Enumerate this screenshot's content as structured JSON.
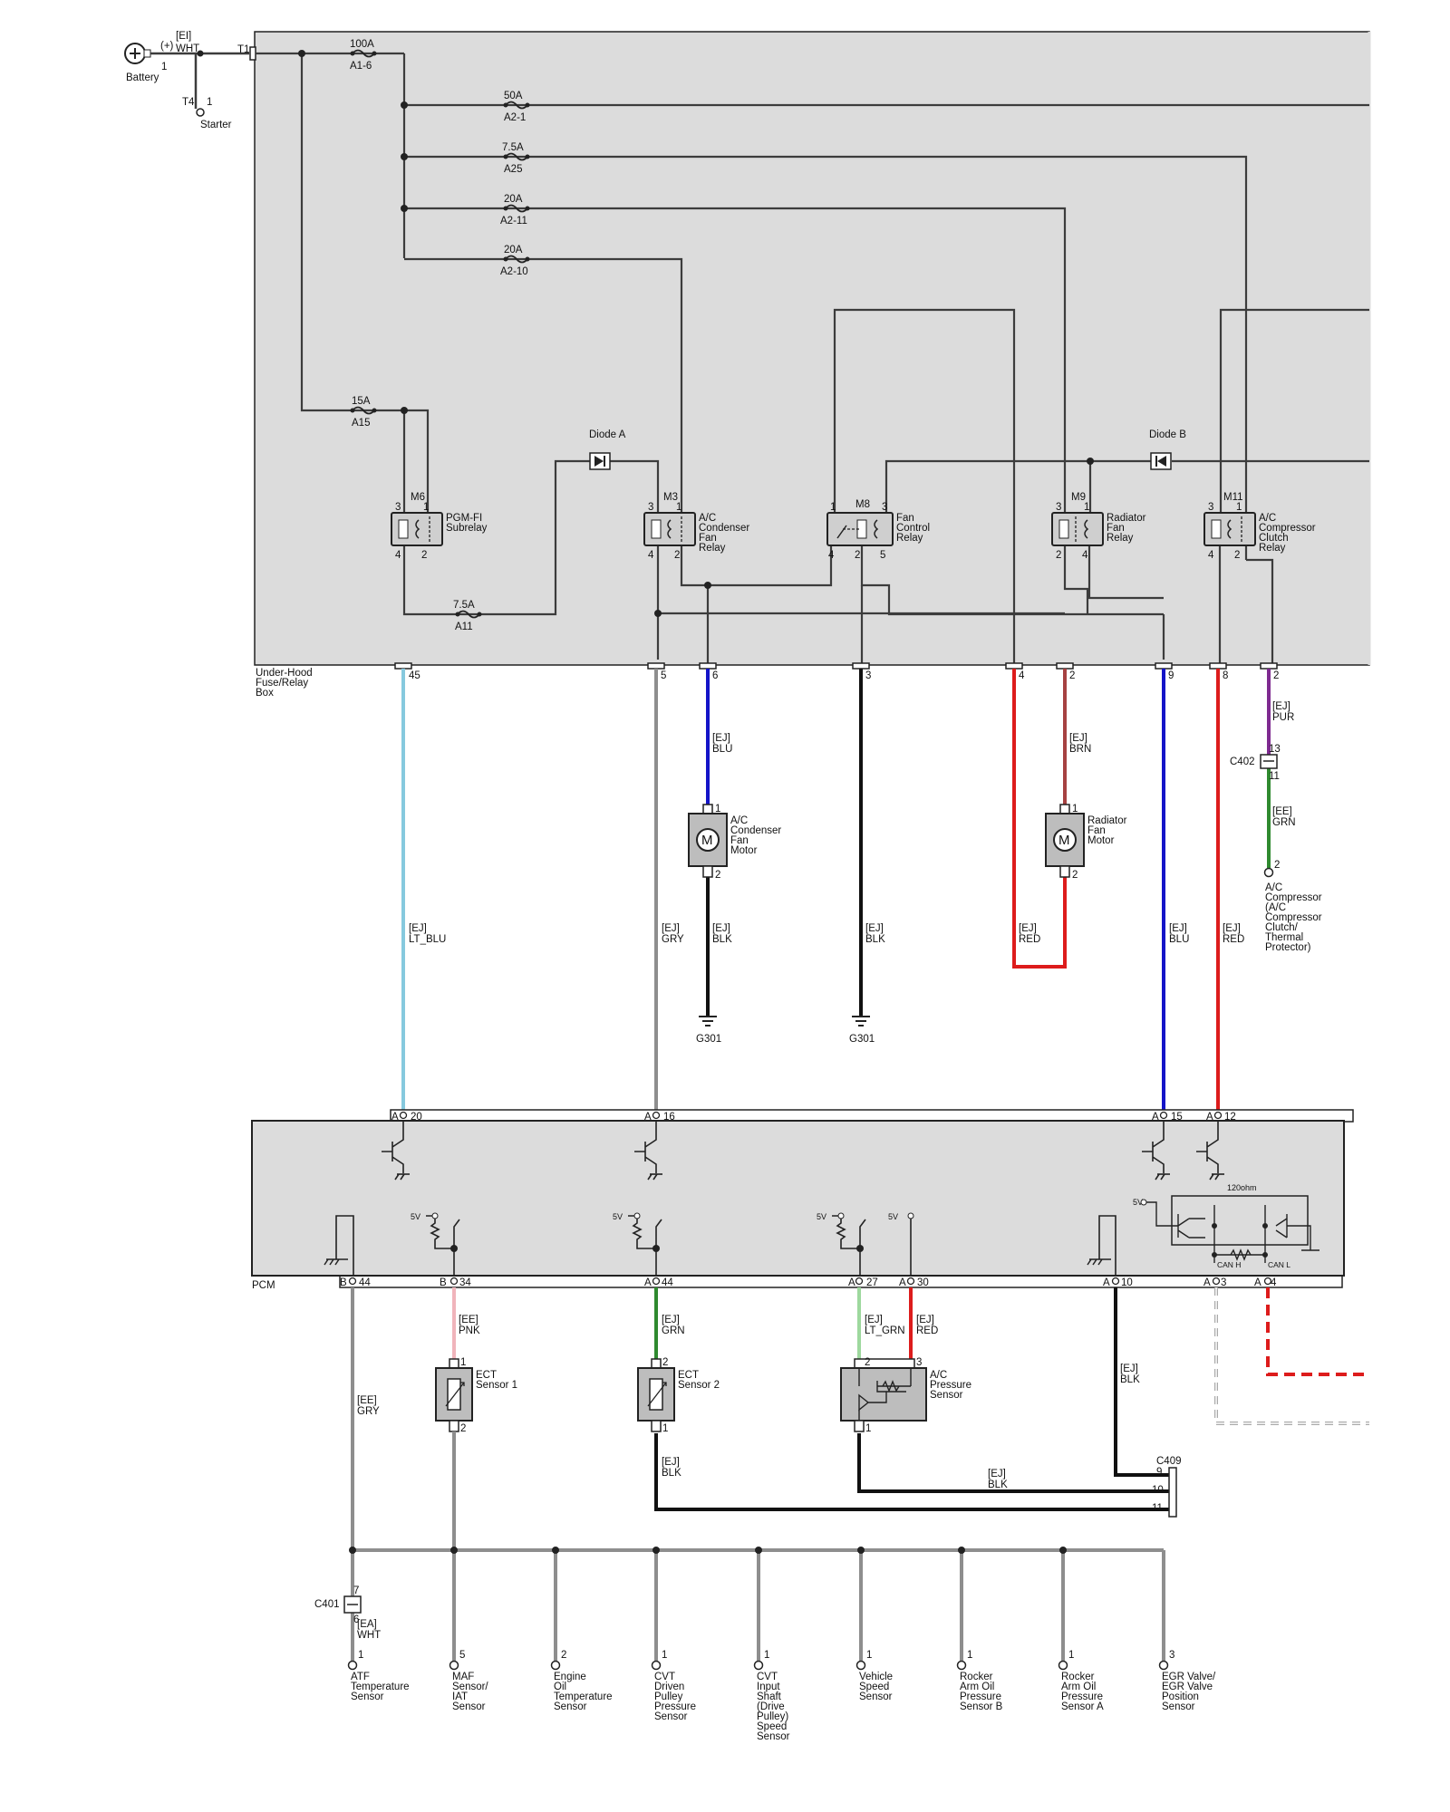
{
  "battery": {
    "label": "Battery",
    "pin": "1",
    "wire_code": "[EI]",
    "wire_color": "WHT",
    "polarity": "(+)"
  },
  "starter": {
    "label": "Starter",
    "terminal": "T4",
    "pin": "1"
  },
  "fusebox": {
    "label_1": "Under-Hood",
    "label_2": "Fuse/Relay",
    "label_3": "Box",
    "terminal": "T1"
  },
  "fuses": {
    "a1_6": {
      "amp": "100A",
      "id": "A1-6"
    },
    "a2_1": {
      "amp": "50A",
      "id": "A2-1"
    },
    "a25": {
      "amp": "7.5A",
      "id": "A25"
    },
    "a2_11": {
      "amp": "20A",
      "id": "A2-11"
    },
    "a2_10": {
      "amp": "20A",
      "id": "A2-10"
    },
    "a15": {
      "amp": "15A",
      "id": "A15"
    },
    "a11": {
      "amp": "7.5A",
      "id": "A11"
    }
  },
  "diodes": {
    "a": "Diode A",
    "b": "Diode B"
  },
  "relays": {
    "m6": {
      "id": "M6",
      "name_1": "PGM-FI",
      "name_2": "Subrelay",
      "p3": "3",
      "p1": "1",
      "p4": "4",
      "p2": "2"
    },
    "m3": {
      "id": "M3",
      "name_1": "A/C",
      "name_2": "Condenser",
      "name_3": "Fan",
      "name_4": "Relay",
      "p3": "3",
      "p1": "1",
      "p4": "4",
      "p2": "2"
    },
    "m8": {
      "id": "M8",
      "name_1": "Fan",
      "name_2": "Control",
      "name_3": "Relay",
      "p1": "1",
      "p3": "3",
      "p4": "4",
      "p2": "2",
      "p5": "5"
    },
    "m9": {
      "id": "M9",
      "name_1": "Radiator",
      "name_2": "Fan",
      "name_3": "Relay",
      "p3": "3",
      "p1": "1",
      "p2": "2",
      "p4": "4"
    },
    "m11": {
      "id": "M11",
      "name_1": "A/C",
      "name_2": "Compressor",
      "name_3": "Clutch",
      "name_4": "Relay",
      "p3": "3",
      "p1": "1",
      "p4": "4",
      "p2": "2"
    }
  },
  "box_pins": [
    "45",
    "5",
    "6",
    "3",
    "4",
    "2",
    "9",
    "8",
    "2"
  ],
  "wires": {
    "w45": {
      "code": "[EJ]",
      "color": "LT_BLU"
    },
    "w5": {
      "code": "[EJ]",
      "color": "GRY"
    },
    "w6": {
      "code": "[EJ]",
      "color": "BLU"
    },
    "w6b": {
      "code": "[EJ]",
      "color": "BLK"
    },
    "w3": {
      "code": "[EJ]",
      "color": "BLK"
    },
    "w4": {
      "code": "[EJ]",
      "color": "RED"
    },
    "w2": {
      "code": "[EJ]",
      "color": "BRN"
    },
    "w9": {
      "code": "[EJ]",
      "color": "BLU"
    },
    "w8": {
      "code": "[EJ]",
      "color": "RED"
    },
    "wpur": {
      "code": "[EJ]",
      "color": "PUR"
    },
    "wgrn": {
      "code": "[EE]",
      "color": "GRN"
    },
    "pnk": {
      "code": "[EE]",
      "color": "PNK"
    },
    "grn44": {
      "code": "[EJ]",
      "color": "GRN"
    },
    "ltgrn": {
      "code": "[EJ]",
      "color": "LT_GRN"
    },
    "red30": {
      "code": "[EJ]",
      "color": "RED"
    },
    "gry": {
      "code": "[EE]",
      "color": "GRY"
    },
    "blk10": {
      "code": "[EJ]",
      "color": "BLK"
    },
    "blk_ect2": {
      "code": "[EJ]",
      "color": "BLK"
    },
    "blk_acp": {
      "code": "[EJ]",
      "color": "BLK"
    },
    "wht": {
      "code": "[EA]",
      "color": "WHT"
    }
  },
  "motors": {
    "condenser": {
      "name_1": "A/C",
      "name_2": "Condenser",
      "name_3": "Fan",
      "name_4": "Motor",
      "p1": "1",
      "p2": "2",
      "symbol": "M"
    },
    "radiator": {
      "name_1": "Radiator",
      "name_2": "Fan",
      "name_3": "Motor",
      "p1": "1",
      "p2": "2",
      "symbol": "M"
    }
  },
  "grounds": {
    "g1": "G301",
    "g2": "G301"
  },
  "c402": {
    "id": "C402",
    "p1": "13",
    "p2": "11"
  },
  "compressor": {
    "pin": "2",
    "lines": [
      "A/C",
      "Compressor",
      "(A/C",
      "Compressor",
      "Clutch/",
      "Thermal",
      "Protector)"
    ]
  },
  "pcm": {
    "label": "PCM",
    "top": [
      {
        "c": "A",
        "p": "20"
      },
      {
        "c": "A",
        "p": "16"
      },
      {
        "c": "A",
        "p": "15"
      },
      {
        "c": "A",
        "p": "12"
      }
    ],
    "bottom": [
      {
        "c": "B",
        "p": "44"
      },
      {
        "c": "B",
        "p": "34"
      },
      {
        "c": "A",
        "p": "44"
      },
      {
        "c": "A",
        "p": "27"
      },
      {
        "c": "A",
        "p": "30"
      },
      {
        "c": "A",
        "p": "10"
      },
      {
        "c": "A",
        "p": "3"
      },
      {
        "c": "A",
        "p": "4"
      }
    ],
    "v5": "5V",
    "resistor": "120ohm",
    "can_h": "CAN H",
    "can_l": "CAN L"
  },
  "sensors": {
    "ect1": {
      "name_1": "ECT",
      "name_2": "Sensor 1",
      "p1": "1",
      "p2": "2"
    },
    "ect2": {
      "name_1": "ECT",
      "name_2": "Sensor 2",
      "p1": "2",
      "p2": "1"
    },
    "acp": {
      "name_1": "A/C",
      "name_2": "Pressure",
      "name_3": "Sensor",
      "p2": "2",
      "p3": "3",
      "p1": "1"
    }
  },
  "c409": {
    "id": "C409",
    "p9": "9",
    "p10": "10",
    "p11": "11"
  },
  "c401": {
    "id": "C401",
    "p7": "7",
    "p6": "6"
  },
  "bottom_sensors": [
    {
      "pin": "1",
      "lines": [
        "ATF",
        "Temperature",
        "Sensor"
      ]
    },
    {
      "pin": "5",
      "lines": [
        "MAF",
        "Sensor/",
        "IAT",
        "Sensor"
      ]
    },
    {
      "pin": "2",
      "lines": [
        "Engine",
        "Oil",
        "Temperature",
        "Sensor"
      ]
    },
    {
      "pin": "1",
      "lines": [
        "CVT",
        "Driven",
        "Pulley",
        "Pressure",
        "Sensor"
      ]
    },
    {
      "pin": "1",
      "lines": [
        "CVT",
        "Input",
        "Shaft",
        "(Drive",
        "Pulley)",
        "Speed",
        "Sensor"
      ]
    },
    {
      "pin": "1",
      "lines": [
        "Vehicle",
        "Speed",
        "Sensor"
      ]
    },
    {
      "pin": "1",
      "lines": [
        "Rocker",
        "Arm Oil",
        "Pressure",
        "Sensor B"
      ]
    },
    {
      "pin": "1",
      "lines": [
        "Rocker",
        "Arm Oil",
        "Pressure",
        "Sensor A"
      ]
    },
    {
      "pin": "3",
      "lines": [
        "EGR Valve/",
        "EGR Valve",
        "Position",
        "Sensor"
      ]
    }
  ],
  "colors": {
    "lt_blu": "#86c9de",
    "gry": "#8e8e8e",
    "blu": "#1414c8",
    "blk": "#111111",
    "red": "#dd1c1c",
    "brn": "#a64141",
    "pur": "#7e2a90",
    "grn": "#2f8a2f",
    "pnk": "#f0b4bb",
    "lt_grn": "#9ed89e",
    "box": "#dcdcdc"
  }
}
